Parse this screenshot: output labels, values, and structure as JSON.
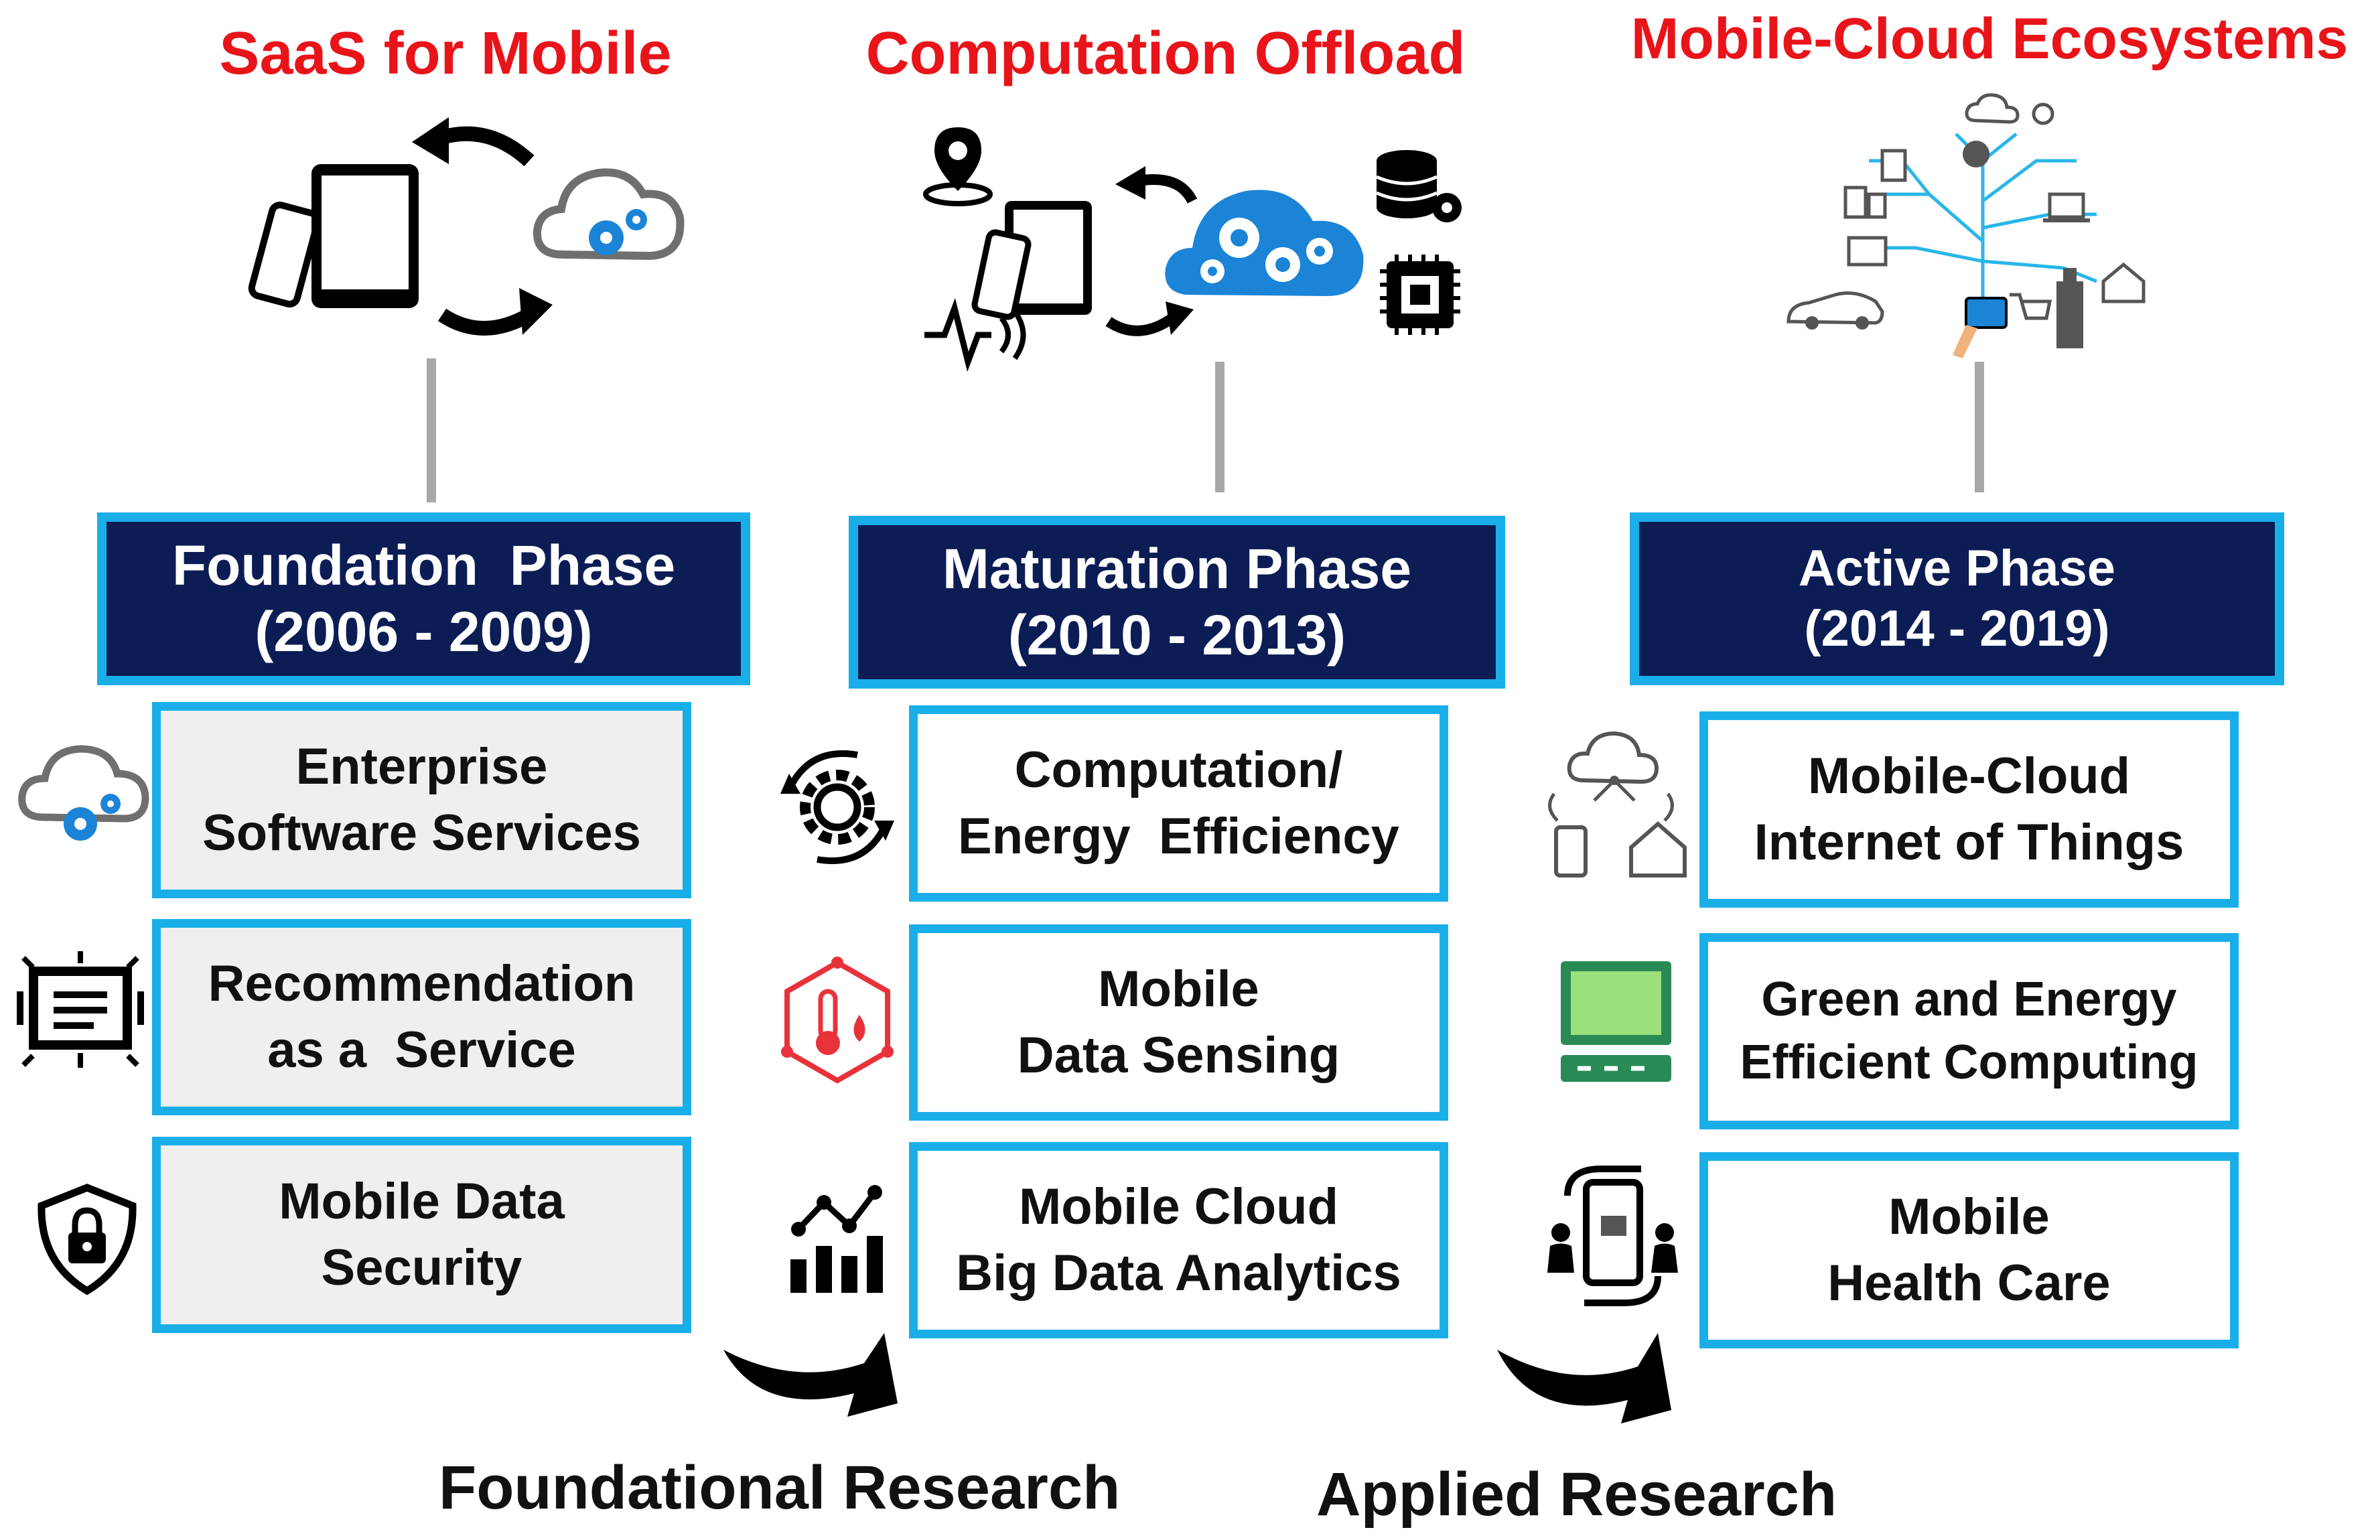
{
  "columns": [
    {
      "title": "SaaS for Mobile",
      "phase": {
        "name": "Foundation  Phase",
        "years": "(2006 - 2009)"
      },
      "items": [
        {
          "lines": [
            "Enterprise",
            "Software Services"
          ],
          "icon": "cloud-gear-icon"
        },
        {
          "lines": [
            "Recommendation",
            "as a  Service"
          ],
          "icon": "recommendation-board-icon"
        },
        {
          "lines": [
            "Mobile Data",
            "Security"
          ],
          "icon": "shield-lock-icon"
        }
      ]
    },
    {
      "title": "Computation Offload",
      "phase": {
        "name": "Maturation Phase",
        "years": "(2010 - 2013)"
      },
      "items": [
        {
          "lines": [
            "Computation/",
            "Energy  Efficiency"
          ],
          "icon": "gear-cycle-icon"
        },
        {
          "lines": [
            "Mobile",
            "Data Sensing"
          ],
          "icon": "thermometer-sensor-icon"
        },
        {
          "lines": [
            "Mobile Cloud",
            "Big Data Analytics"
          ],
          "icon": "analytics-chart-icon"
        }
      ]
    },
    {
      "title": "Mobile-Cloud Ecosystems",
      "phase": {
        "name": "Active Phase",
        "years": "(2014 - 2019)"
      },
      "items": [
        {
          "lines": [
            "Mobile-Cloud",
            "Internet of Things"
          ],
          "icon": "cloud-iot-icon"
        },
        {
          "lines": [
            "Green and Energy",
            "Efficient Computing"
          ],
          "icon": "green-computer-icon"
        },
        {
          "lines": [
            "Mobile",
            "Health Care"
          ],
          "icon": "mobile-health-icon"
        }
      ]
    }
  ],
  "research": {
    "foundational": "Foundational Research",
    "applied": "Applied Research"
  },
  "colors": {
    "title_red": "#e8141a",
    "phase_navy": "#0c1d55",
    "border_blue": "#1aaee8",
    "accent_blue": "#1b84d6"
  }
}
